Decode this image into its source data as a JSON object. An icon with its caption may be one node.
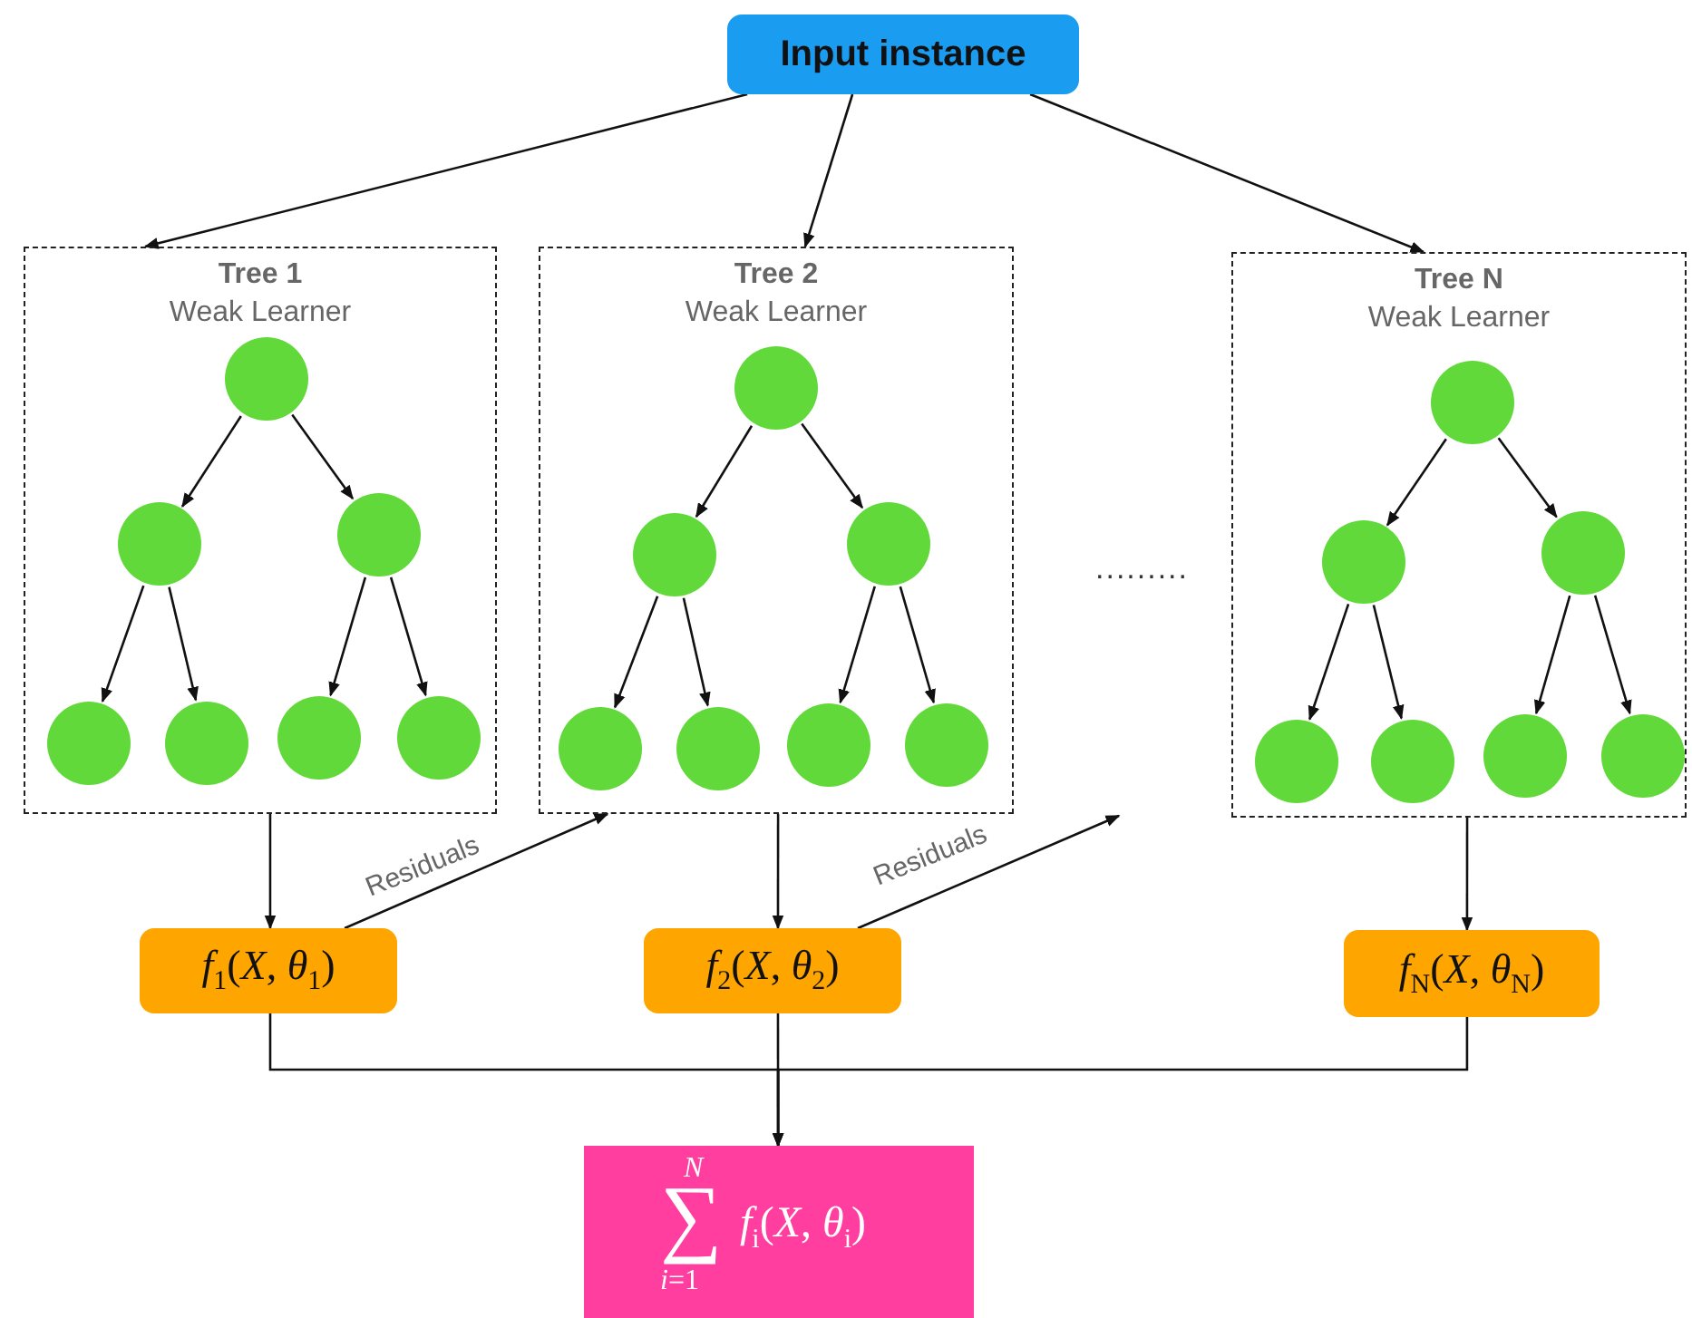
{
  "diagram": {
    "nodes": [
      {
        "text": [
          "Input instance"
        ]
      },
      {
        "text": [
          "Tree 1",
          "Weak Learner"
        ]
      },
      {
        "text": [],
        "shape": "circle",
        "in": 1
      },
      {
        "text": [],
        "shape": "circle",
        "in": 1
      },
      {
        "text": [],
        "shape": "circle",
        "in": 1
      },
      {
        "text": [],
        "shape": "circle",
        "in": 1
      },
      {
        "text": [],
        "shape": "circle",
        "in": 1
      },
      {
        "text": [],
        "shape": "circle",
        "in": 1
      },
      {
        "text": [],
        "shape": "circle",
        "in": 1
      },
      {
        "text": [
          "Tree 2",
          "Weak Learner"
        ]
      },
      {
        "text": [],
        "shape": "circle",
        "in": 9
      },
      {
        "text": [],
        "shape": "circle",
        "in": 9
      },
      {
        "text": [],
        "shape": "circle",
        "in": 9
      },
      {
        "text": [],
        "shape": "circle",
        "in": 9
      },
      {
        "text": [],
        "shape": "circle",
        "in": 9
      },
      {
        "text": [],
        "shape": "circle",
        "in": 9
      },
      {
        "text": [],
        "shape": "circle",
        "in": 9
      },
      {
        "text": [
          "Tree N",
          "Weak Learner"
        ]
      },
      {
        "text": [],
        "shape": "circle",
        "in": 17
      },
      {
        "text": [],
        "shape": "circle",
        "in": 17
      },
      {
        "text": [],
        "shape": "circle",
        "in": 17
      },
      {
        "text": [],
        "shape": "circle",
        "in": 17
      },
      {
        "text": [],
        "shape": "circle",
        "in": 17
      },
      {
        "text": [],
        "shape": "circle",
        "in": 17
      },
      {
        "text": [],
        "shape": "circle",
        "in": 17
      },
      {
        "text": [
          "*f*$_{1}$(*X*, *θ*$_{1}$)"
        ]
      },
      {
        "text": [
          "*f*$_{2}$(*X*, *θ*$_{2}$)"
        ]
      },
      {
        "text": [
          "*f*$_{N}$(*X*, *θ*$_{N}$)"
        ]
      },
      {
        "text": [
          "N",
          "∑",
          "*i*=1",
          "*f*$_{i}$(*X*, *θ*$_{i}$)"
        ]
      }
    ],
    "edges": [
      {
        "from": 0,
        "to": 1,
        "arrow": "to"
      },
      {
        "from": 0,
        "to": 9,
        "arrow": "to"
      },
      {
        "from": 0,
        "to": 17,
        "arrow": "to"
      },
      {
        "from": 2,
        "to": 3,
        "arrow": "to"
      },
      {
        "from": 2,
        "to": 4,
        "arrow": "to"
      },
      {
        "from": 3,
        "to": 5,
        "arrow": "to"
      },
      {
        "from": 3,
        "to": 6,
        "arrow": "to"
      },
      {
        "from": 4,
        "to": 7,
        "arrow": "to"
      },
      {
        "from": 4,
        "to": 8,
        "arrow": "to"
      },
      {
        "from": 10,
        "to": 11,
        "arrow": "to"
      },
      {
        "from": 10,
        "to": 12,
        "arrow": "to"
      },
      {
        "from": 11,
        "to": 13,
        "arrow": "to"
      },
      {
        "from": 11,
        "to": 14,
        "arrow": "to"
      },
      {
        "from": 12,
        "to": 15,
        "arrow": "to"
      },
      {
        "from": 12,
        "to": 16,
        "arrow": "to"
      },
      {
        "from": 18,
        "to": 19,
        "arrow": "to"
      },
      {
        "from": 18,
        "to": 20,
        "arrow": "to"
      },
      {
        "from": 19,
        "to": 21,
        "arrow": "to"
      },
      {
        "from": 19,
        "to": 22,
        "arrow": "to"
      },
      {
        "from": 20,
        "to": 23,
        "arrow": "to"
      },
      {
        "from": 20,
        "to": 24,
        "arrow": "to"
      },
      {
        "from": 1,
        "to": 25,
        "arrow": "to"
      },
      {
        "from": 9,
        "to": 26,
        "arrow": "to"
      },
      {
        "from": 17,
        "to": 27,
        "arrow": "to"
      },
      {
        "from": 25,
        "to": 9,
        "arrow": "to",
        "label": "Residuals"
      },
      {
        "from": 26,
        "to": null,
        "arrow": "to",
        "label": "Residuals"
      },
      {
        "from": 25,
        "to": 28,
        "arrow": "to"
      },
      {
        "from": 26,
        "to": 28,
        "arrow": "to"
      },
      {
        "from": 27,
        "to": 28,
        "arrow": "to"
      }
    ],
    "labels": [
      "........."
    ]
  }
}
